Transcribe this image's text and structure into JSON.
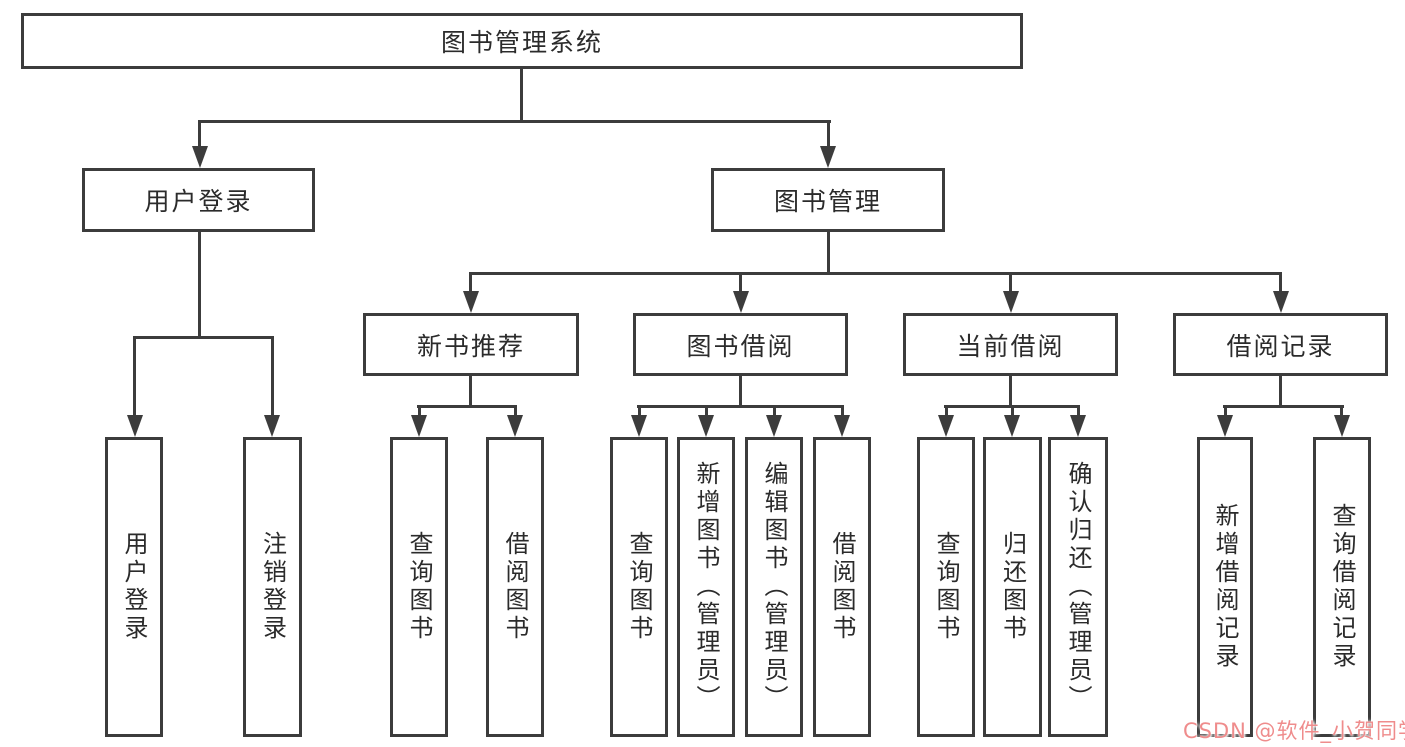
{
  "colors": {
    "background": "#ffffff",
    "line": "#3c3c3c",
    "box_border": "#3c3c3c",
    "text": "#2b2b2b",
    "watermark": "#ef8c8c"
  },
  "diagram": {
    "root": {
      "label": "图书管理系统"
    },
    "level2": {
      "user_login": {
        "label": "用户登录",
        "children": {
          "login": {
            "label": "用户登录"
          },
          "logout": {
            "label": "注销登录"
          }
        }
      },
      "book_mgmt": {
        "label": "图书管理",
        "children": {
          "new_book": {
            "label": "新书推荐",
            "children": {
              "query": {
                "label": "查询图书"
              },
              "borrow": {
                "label": "借阅图书"
              }
            }
          },
          "borrow": {
            "label": "图书借阅",
            "children": {
              "query": {
                "label": "查询图书"
              },
              "add": {
                "label": "新增图书（管理员）"
              },
              "edit": {
                "label": "编辑图书（管理员）"
              },
              "borrow": {
                "label": "借阅图书"
              }
            }
          },
          "current": {
            "label": "当前借阅",
            "children": {
              "query": {
                "label": "查询图书"
              },
              "return": {
                "label": "归还图书"
              },
              "confirm": {
                "label": "确认归还（管理员）"
              }
            }
          },
          "record": {
            "label": "借阅记录",
            "children": {
              "add": {
                "label": "新增借阅记录"
              },
              "query": {
                "label": "查询借阅记录"
              }
            }
          }
        }
      }
    }
  },
  "watermark": {
    "text": "CSDN @软件_小贺同学"
  }
}
